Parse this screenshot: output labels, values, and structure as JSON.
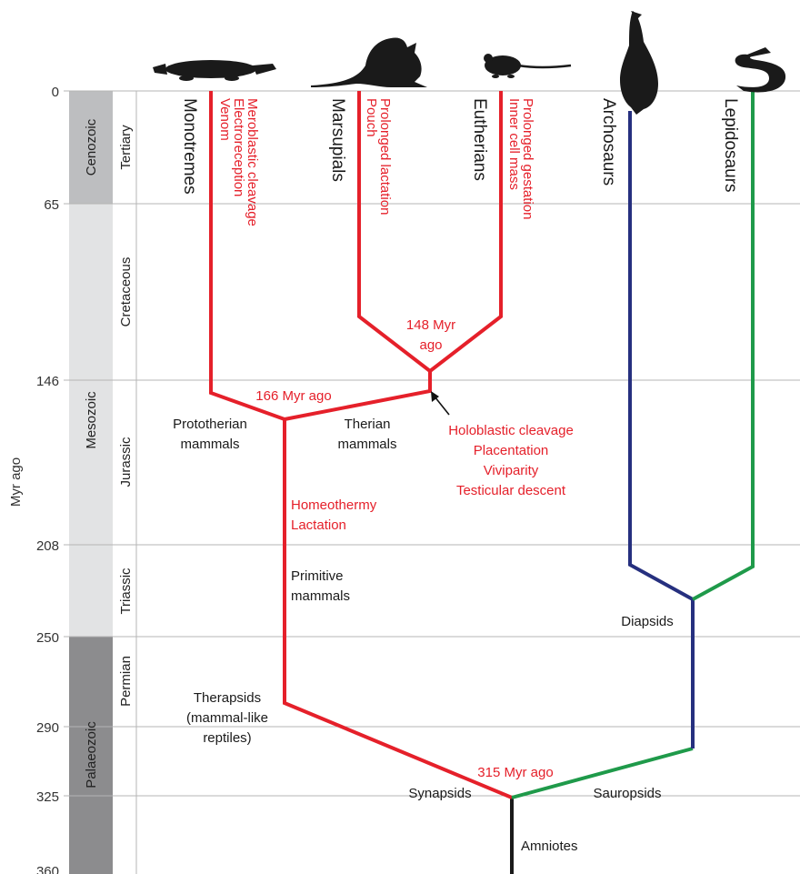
{
  "y_axis": {
    "title": "Myr ago",
    "ticks": [
      "0",
      "65",
      "146",
      "208",
      "250",
      "290",
      "325",
      "360"
    ]
  },
  "eras": {
    "cenozoic": "Cenozoic",
    "mesozoic": "Mesozoic",
    "palaeozoic": "Palaeozoic"
  },
  "periods": {
    "tertiary": "Tertiary",
    "cretaceous": "Cretaceous",
    "jurassic": "Jurassic",
    "triassic": "Triassic",
    "permian": "Permian"
  },
  "taxa": {
    "monotremes": "Monotremes",
    "marsupials": "Marsupials",
    "eutherians": "Eutherians",
    "archosaurs": "Archosaurs",
    "lepidosaurs": "Lepidosaurs"
  },
  "traits": {
    "monotremes": [
      "Venom",
      "Electroreception",
      "Meroblastic cleavage"
    ],
    "marsupials": [
      "Pouch",
      "Prolonged lactation"
    ],
    "eutherians": [
      "Inner cell mass",
      "Prolonged gestation"
    ],
    "therian": [
      "Holoblastic cleavage",
      "Placentation",
      "Viviparity",
      "Testicular descent"
    ],
    "mammal_stem": [
      "Homeothermy",
      "Lactation"
    ]
  },
  "nodes": {
    "therian_split": [
      "148 Myr",
      "ago"
    ],
    "mammal_split": "166 Myr ago",
    "amniote_split": "315 Myr ago"
  },
  "groups": {
    "prototherian": [
      "Prototherian",
      "mammals"
    ],
    "therian": [
      "Therian",
      "mammals"
    ],
    "primitive": [
      "Primitive",
      "mammals"
    ],
    "therapsids": [
      "Therapsids",
      "(mammal-like",
      "reptiles)"
    ],
    "synapsids": "Synapsids",
    "sauropsids": "Sauropsids",
    "diapsids": "Diapsids",
    "amniotes": "Amniotes"
  },
  "colors": {
    "mammal_red": "#e5202a",
    "archosaur_blue": "#26307f",
    "sauropsid_green": "#1f9a4a",
    "stem_black": "#1a1a1a",
    "era_dark": "#8c8c8e",
    "era_mid": "#bdbec0",
    "era_light": "#e2e3e4",
    "grid": "#b5b5b5"
  },
  "icons": [
    "platypus-icon",
    "wallaby-icon",
    "mouse-icon",
    "eagle-icon",
    "snake-icon"
  ]
}
